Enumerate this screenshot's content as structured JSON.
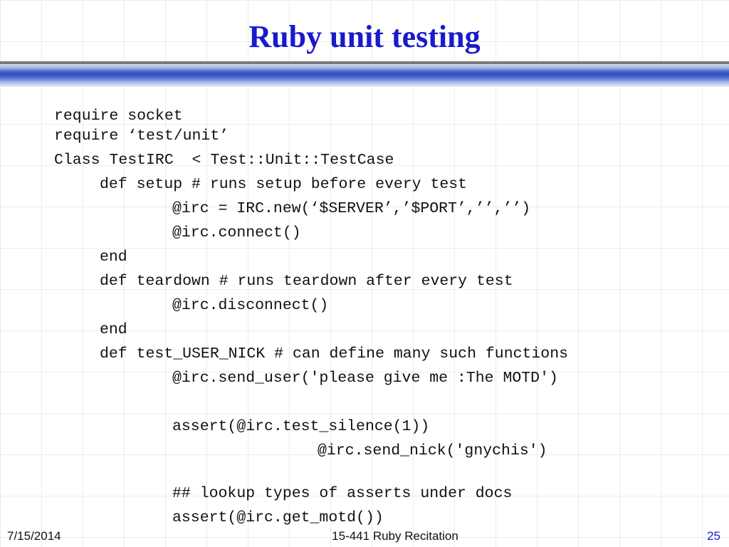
{
  "slide": {
    "title": "Ruby unit testing",
    "code_lines": [
      {
        "text": "require socket",
        "indent": 0
      },
      {
        "text": "require ‘test/unit’",
        "indent": 0
      },
      {
        "text": "Class TestIRC  < Test::Unit::TestCase",
        "indent": 0
      },
      {
        "text": "def setup # runs setup before every test",
        "indent": 1
      },
      {
        "text": "@irc = IRC.new(‘$SERVER’,’$PORT’,’’,’’)",
        "indent": 2
      },
      {
        "text": "@irc.connect()",
        "indent": 2
      },
      {
        "text": "end",
        "indent": 1
      },
      {
        "text": "def teardown # runs teardown after every test",
        "indent": 1
      },
      {
        "text": "@irc.disconnect()",
        "indent": 2
      },
      {
        "text": "end",
        "indent": 1
      },
      {
        "text": "def test_USER_NICK # can define many such functions",
        "indent": 1
      },
      {
        "text": "@irc.send_user('please give me :The MOTD')",
        "indent": 2
      },
      {
        "text": "assert(@irc.test_silence(1))",
        "indent": 2
      },
      {
        "text": "@irc.send_nick('gnychis')",
        "indent": 3
      },
      {
        "text": "## lookup types of asserts under docs",
        "indent": 2
      },
      {
        "text": "assert(@irc.get_motd())",
        "indent": 2
      }
    ],
    "footer": {
      "date": "7/15/2014",
      "center": "15-441 Ruby Recitation",
      "page": "25"
    },
    "colors": {
      "title": "#1a1acc",
      "bar_main": "#2a4bc0",
      "bar_top": "#7a7a7a",
      "text": "#111111"
    }
  }
}
